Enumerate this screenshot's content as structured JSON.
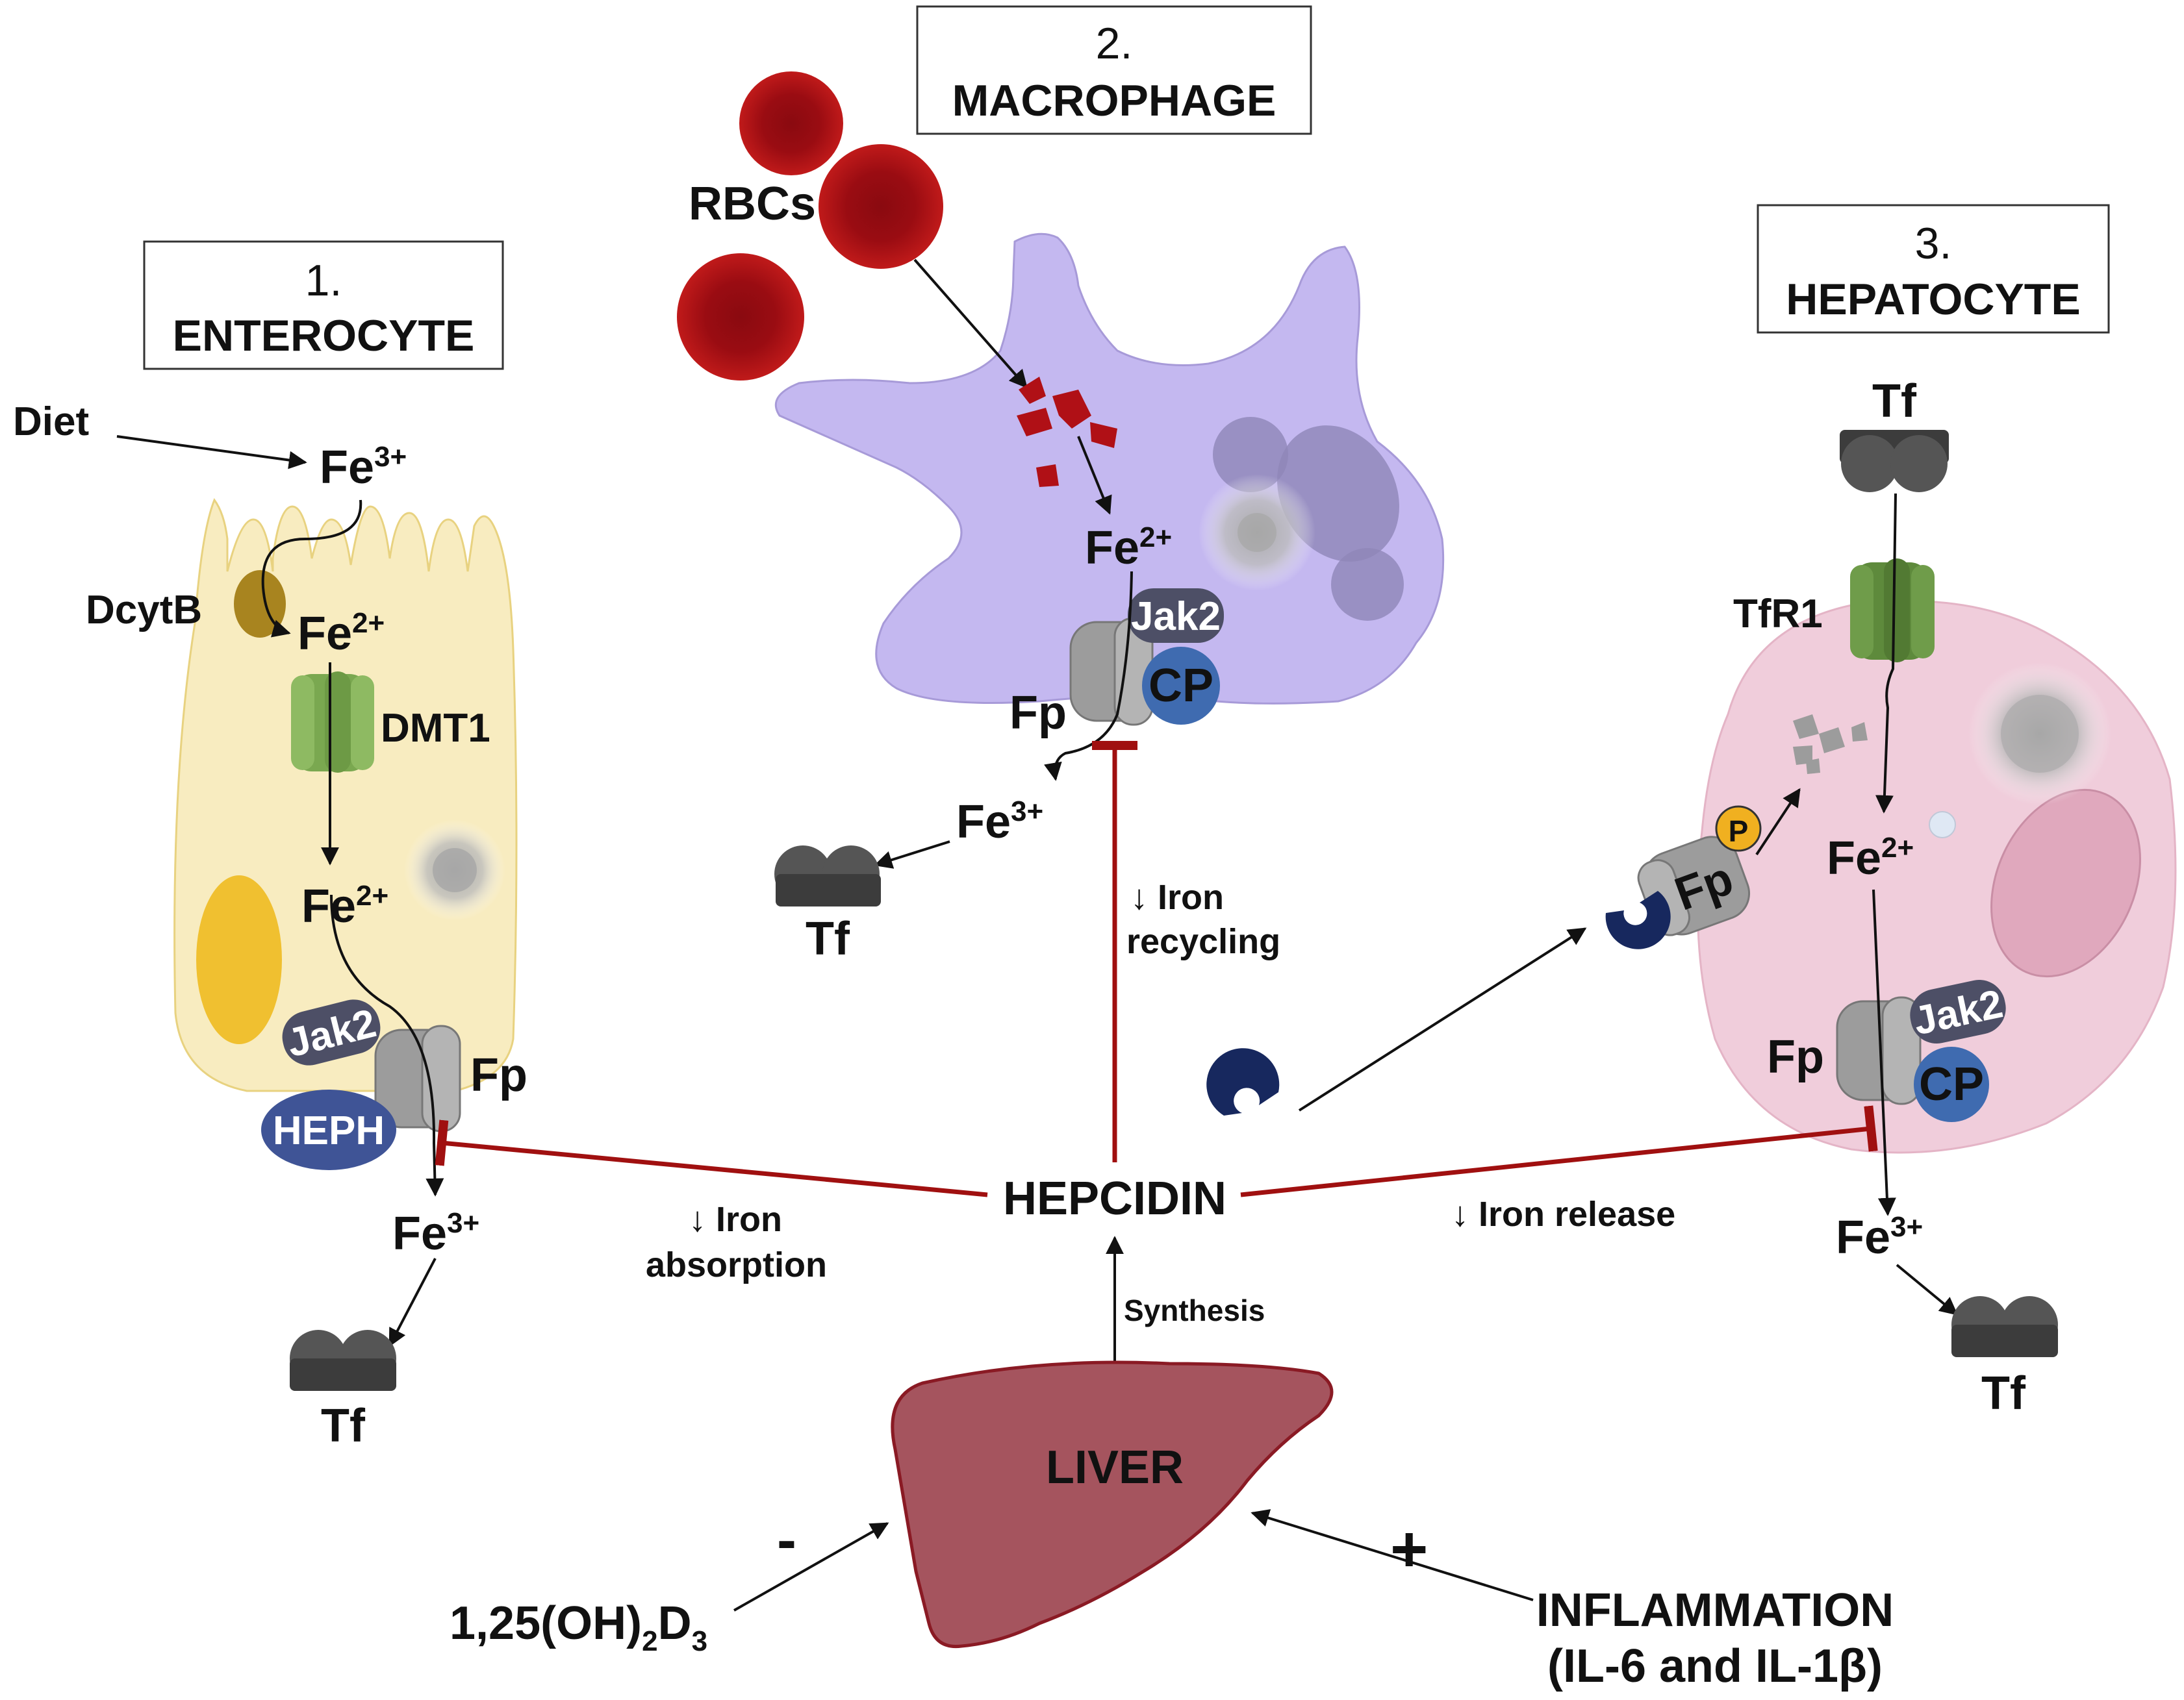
{
  "colors": {
    "enterocyte": "#f8ecc0",
    "macrophage": "#c4b8f0",
    "hepatocyte": "#f0cddb",
    "liver": "#a5545e",
    "inhibit": "#a01010",
    "rbc": "#b01016",
    "transferrin": "#4a4a4a",
    "ferroportin": "#9c9c9c",
    "dmt1": "#7aa850",
    "tfr1": "#5e8a3c",
    "cp": "#3f6bb0",
    "jak2": "#4d4f66",
    "heph": "#3f5496",
    "dcytb": "#a8841f",
    "phospho": "#f0b020",
    "hepcidin": "#17285e"
  },
  "panels": {
    "enterocyte": {
      "num": "1.",
      "label": "ENTEROCYTE"
    },
    "macrophage": {
      "num": "2.",
      "label": "MACROPHAGE"
    },
    "hepatocyte": {
      "num": "3.",
      "label": "HEPATOCYTE"
    }
  },
  "enterocyte": {
    "diet": "Diet",
    "fe3_top": "Fe",
    "fe3_top_sup": "3+",
    "dcytb": "DcytB",
    "fe2_a": "Fe",
    "fe2_a_sup": "2+",
    "dmt1": "DMT1",
    "fe2_b": "Fe",
    "fe2_b_sup": "2+",
    "jak2": "Jak2",
    "heph": "HEPH",
    "fp": "Fp",
    "fe3_bottom": "Fe",
    "fe3_bottom_sup": "3+",
    "tf": "Tf"
  },
  "macrophage": {
    "rbcs": "RBCs",
    "fe2": "Fe",
    "fe2_sup": "2+",
    "jak2": "Jak2",
    "cp": "CP",
    "fp": "Fp",
    "fe3": "Fe",
    "fe3_sup": "3+",
    "tf": "Tf"
  },
  "hepatocyte": {
    "tf_top": "Tf",
    "tfr1": "TfR1",
    "p": "P",
    "fp_phos": "Fp",
    "fe2": "Fe",
    "fe2_sup": "2+",
    "jak2": "Jak2",
    "fp": "Fp",
    "cp": "CP",
    "fe3": "Fe",
    "fe3_sup": "3+",
    "tf_bottom": "Tf"
  },
  "center": {
    "hepcidin": "HEPCIDIN",
    "iron_recycling_1": "↓ Iron",
    "iron_recycling_2": "recycling",
    "iron_absorption_1": "↓ Iron",
    "iron_absorption_2": "absorption",
    "iron_release": "↓ Iron release",
    "synthesis": "Synthesis",
    "liver": "LIVER",
    "minus": "-",
    "plus": "+",
    "vitd_main": "1,25(OH)",
    "vitd_sub1": "2",
    "vitd_mid": "D",
    "vitd_sub2": "3",
    "inflammation_1": "INFLAMMATION",
    "inflammation_2": "(IL-6 and IL-1β)"
  }
}
